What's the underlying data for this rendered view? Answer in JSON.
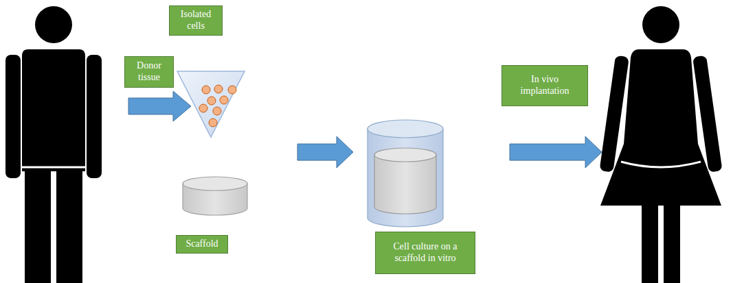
{
  "diagram": {
    "nodes": [
      {
        "text": [
          "Donor tissue"
        ]
      },
      {
        "text": [
          "Isolated cells"
        ]
      },
      {
        "text": [
          "Scaffold"
        ]
      },
      {
        "text": [
          "Cell culture on a scaffold in vitro"
        ]
      },
      {
        "text": [
          "In vivo implantation"
        ]
      }
    ]
  }
}
